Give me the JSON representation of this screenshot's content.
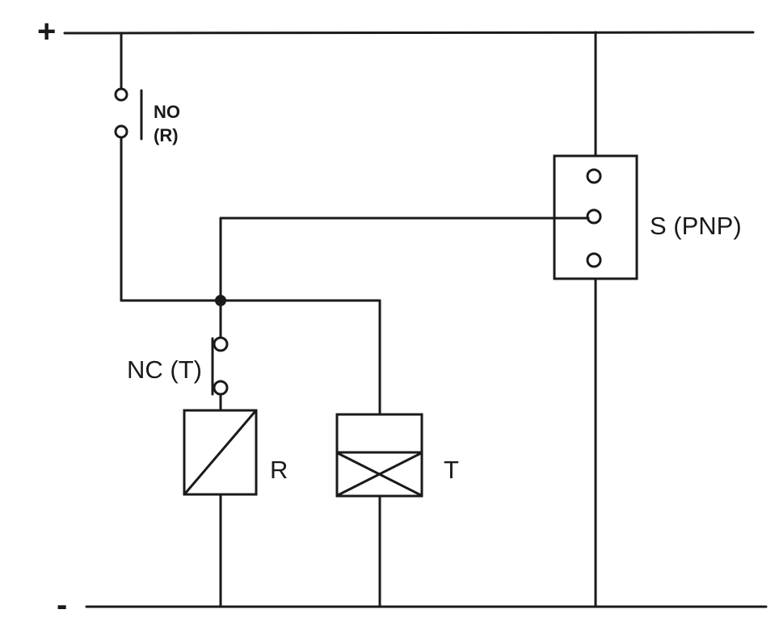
{
  "diagram": {
    "type": "circuit-schematic",
    "colors": {
      "line": "#1a1a1a",
      "background": "#ffffff"
    },
    "rails": {
      "positive_label": "+",
      "negative_label": "-"
    },
    "labels": {
      "no_contact_line1": "NO",
      "no_contact_line2": "(R)",
      "nc_contact": "NC (T)",
      "relay_coil": "R",
      "timer_coil": "T",
      "sensor": "S (PNP)"
    },
    "components": [
      {
        "name": "no-contact",
        "label": "NO (R)",
        "kind": "normally-open contact"
      },
      {
        "name": "sensor",
        "label": "S (PNP)",
        "kind": "3-terminal sensor box"
      },
      {
        "name": "nc-contact",
        "label": "NC (T)",
        "kind": "normally-closed contact"
      },
      {
        "name": "relay-coil",
        "label": "R",
        "kind": "coil box with diagonal"
      },
      {
        "name": "timer-coil",
        "label": "T",
        "kind": "box with crossed lower section"
      }
    ]
  }
}
